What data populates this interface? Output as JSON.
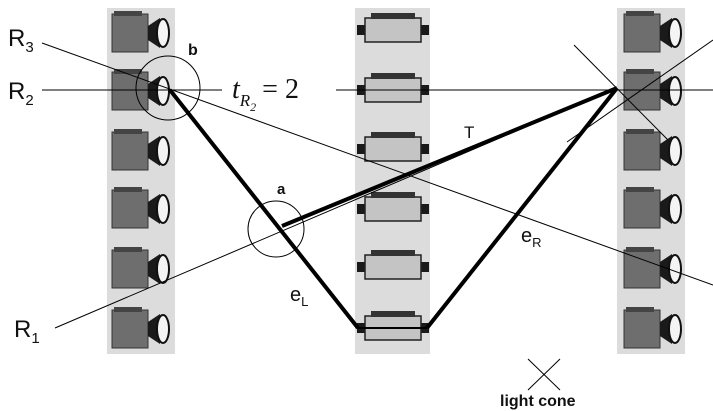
{
  "diagram": {
    "ray_labels": {
      "r1": "R",
      "r1_sub": "1",
      "r2": "R",
      "r2_sub": "2",
      "r3": "R",
      "r3_sub": "3"
    },
    "point_labels": {
      "a": "a",
      "b": "b"
    },
    "edge_labels": {
      "t": "T",
      "el": "e",
      "el_sub": "L",
      "er": "e",
      "er_sub": "R"
    },
    "equation": {
      "t": "t",
      "sub_r": "R",
      "sub_2": "2",
      "rhs": "= 2"
    },
    "legend": {
      "light_cone": "light cone"
    },
    "colors": {
      "column_bg": "#dcdcdc",
      "camera_body": "#6e6e6e",
      "camera_lens": "#1a1a1a",
      "mid_camera_body": "#c4c4c4",
      "line": "#000000"
    },
    "icons": [
      "camera-icon",
      "cross-icon"
    ]
  }
}
